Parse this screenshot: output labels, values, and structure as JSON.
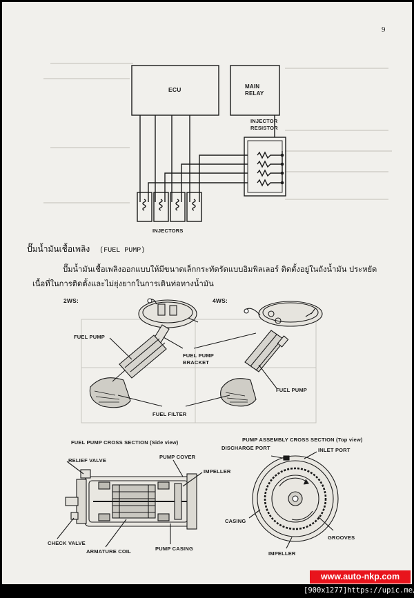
{
  "page": {
    "number": "9",
    "watermark": "www.auto-nkp.com",
    "image_info": "[900x1277]https://upic.me/"
  },
  "wiring_diagram": {
    "ecu_label": "ECU",
    "main_relay_label": "MAIN\nRELAY",
    "main_relay_line1": "MAIN",
    "main_relay_line2": "RELAY",
    "injector_resistor_line1": "INJECTOR",
    "injector_resistor_line2": "RESISTOR",
    "injectors_label": "INJECTORS"
  },
  "fuel_pump_section": {
    "heading_thai": "ปั๊มน้ำมันเชื้อเพลิง",
    "heading_en": "(FUEL PUMP)",
    "paragraph": "ปั๊มน้ำมันเชื้อเพลิงออกแบบให้มีขนาดเล็กกระทัดรัดแบบอิมพิลเลอร์   ติดตั้งอยู่ในถังน้ำมัน ประหยัดเนื้อที่ในการติดตั้งและไม่ยุ่งยากในการเดินท่อทางน้ำมัน"
  },
  "pump_installation_diagram": {
    "label_2ws": "2WS:",
    "label_4ws": "4WS:",
    "fuel_pump_left": "FUEL PUMP",
    "fuel_pump_bracket_line1": "FUEL PUMP",
    "fuel_pump_bracket_line2": "BRACKET",
    "fuel_pump_right": "FUEL PUMP",
    "fuel_filter": "FUEL FILTER"
  },
  "cross_section_side": {
    "title": "FUEL PUMP CROSS SECTION (Side view)",
    "relief_valve": "RELIEF VALVE",
    "pump_cover": "PUMP COVER",
    "impeller": "IMPELLER",
    "check_valve": "CHECK VALVE",
    "armature_coil": "ARMATURE COIL",
    "pump_casing": "PUMP CASING"
  },
  "cross_section_top": {
    "title": "PUMP ASSEMBLY CROSS SECTION (Top view)",
    "discharge_port": "DISCHARGE PORT",
    "inlet_port": "INLET PORT",
    "casing": "CASING",
    "grooves": "GROOVES",
    "impeller": "IMPELLER"
  },
  "colors": {
    "paper": "#f1f0ec",
    "ink": "#1a1a1a",
    "watermark_bg": "#e8141c"
  }
}
